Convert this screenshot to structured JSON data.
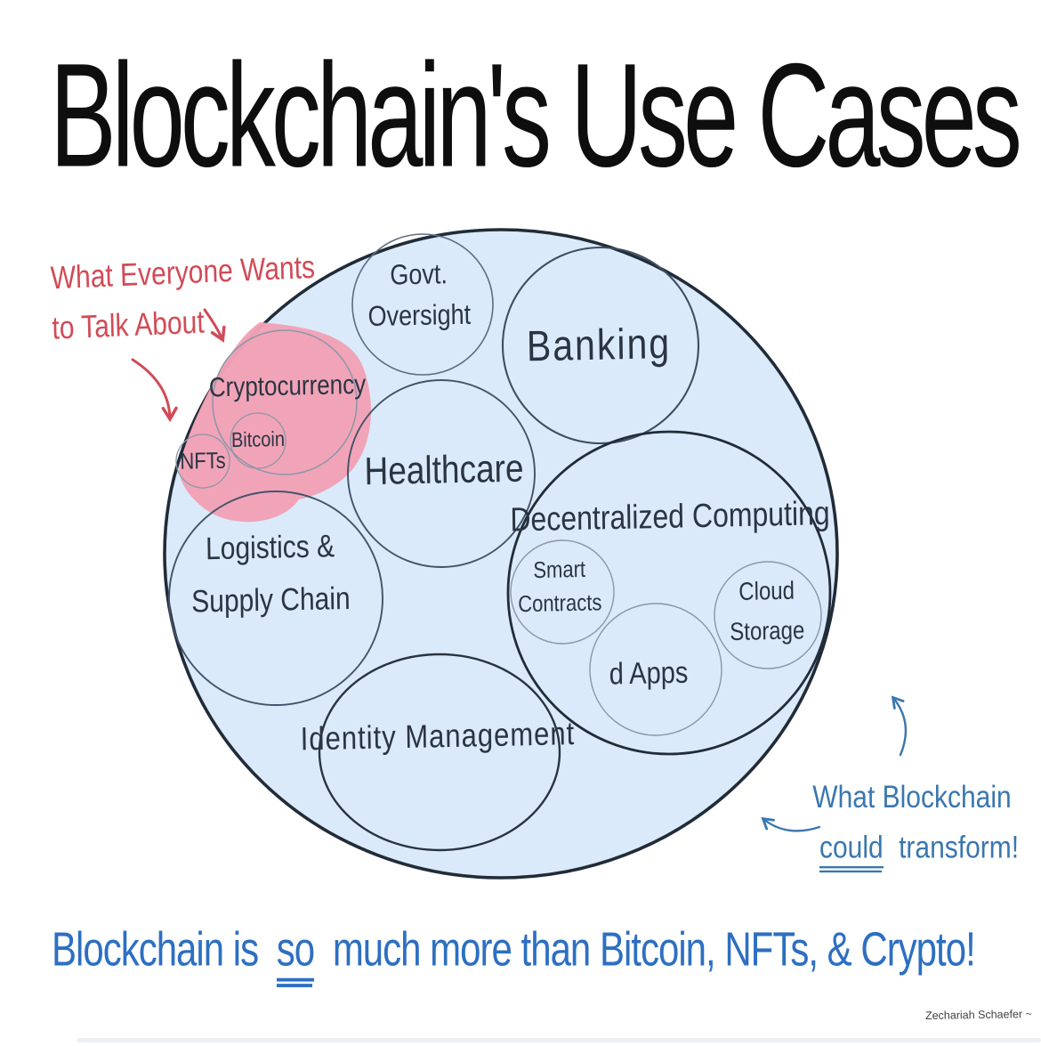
{
  "title": "Blockchain's Use Cases",
  "annotations": {
    "red": {
      "line1": "What Everyone Wants",
      "line2": "to Talk About"
    },
    "blue": {
      "line1": "What Blockchain",
      "underlined": "could",
      "rest": "transform!"
    }
  },
  "bubbles": {
    "govt": {
      "line1": "Govt.",
      "line2": "Oversight"
    },
    "banking": {
      "label": "Banking"
    },
    "crypto": {
      "label": "Cryptocurrency",
      "highlighted": true
    },
    "bitcoin": {
      "label": "Bitcoin",
      "highlighted": true
    },
    "nfts": {
      "label": "NFTs",
      "highlighted": true
    },
    "healthcare": {
      "label": "Healthcare"
    },
    "logistics": {
      "line1": "Logistics &",
      "line2": "Supply Chain"
    },
    "decentralized": {
      "label": "Decentralized Computing"
    },
    "smart": {
      "line1": "Smart",
      "line2": "Contracts"
    },
    "dapps": {
      "label": "d Apps"
    },
    "cloud": {
      "line1": "Cloud",
      "line2": "Storage"
    },
    "identity": {
      "label": "Identity Management"
    }
  },
  "caption": {
    "part1": "Blockchain is",
    "underlined": "so",
    "part2": "much more than Bitcoin, NFTs, & Crypto!"
  },
  "signature": "Zechariah Schaefer ~",
  "colors": {
    "circle_fill": "#daeafa",
    "highlight_pink": "#f2a1b6",
    "ink": "#2b3442",
    "outer_stroke": "#222c38",
    "red_annotation": "#d14b57",
    "blue_annotation": "#3b77ae",
    "caption_blue": "#2d6fc2"
  }
}
